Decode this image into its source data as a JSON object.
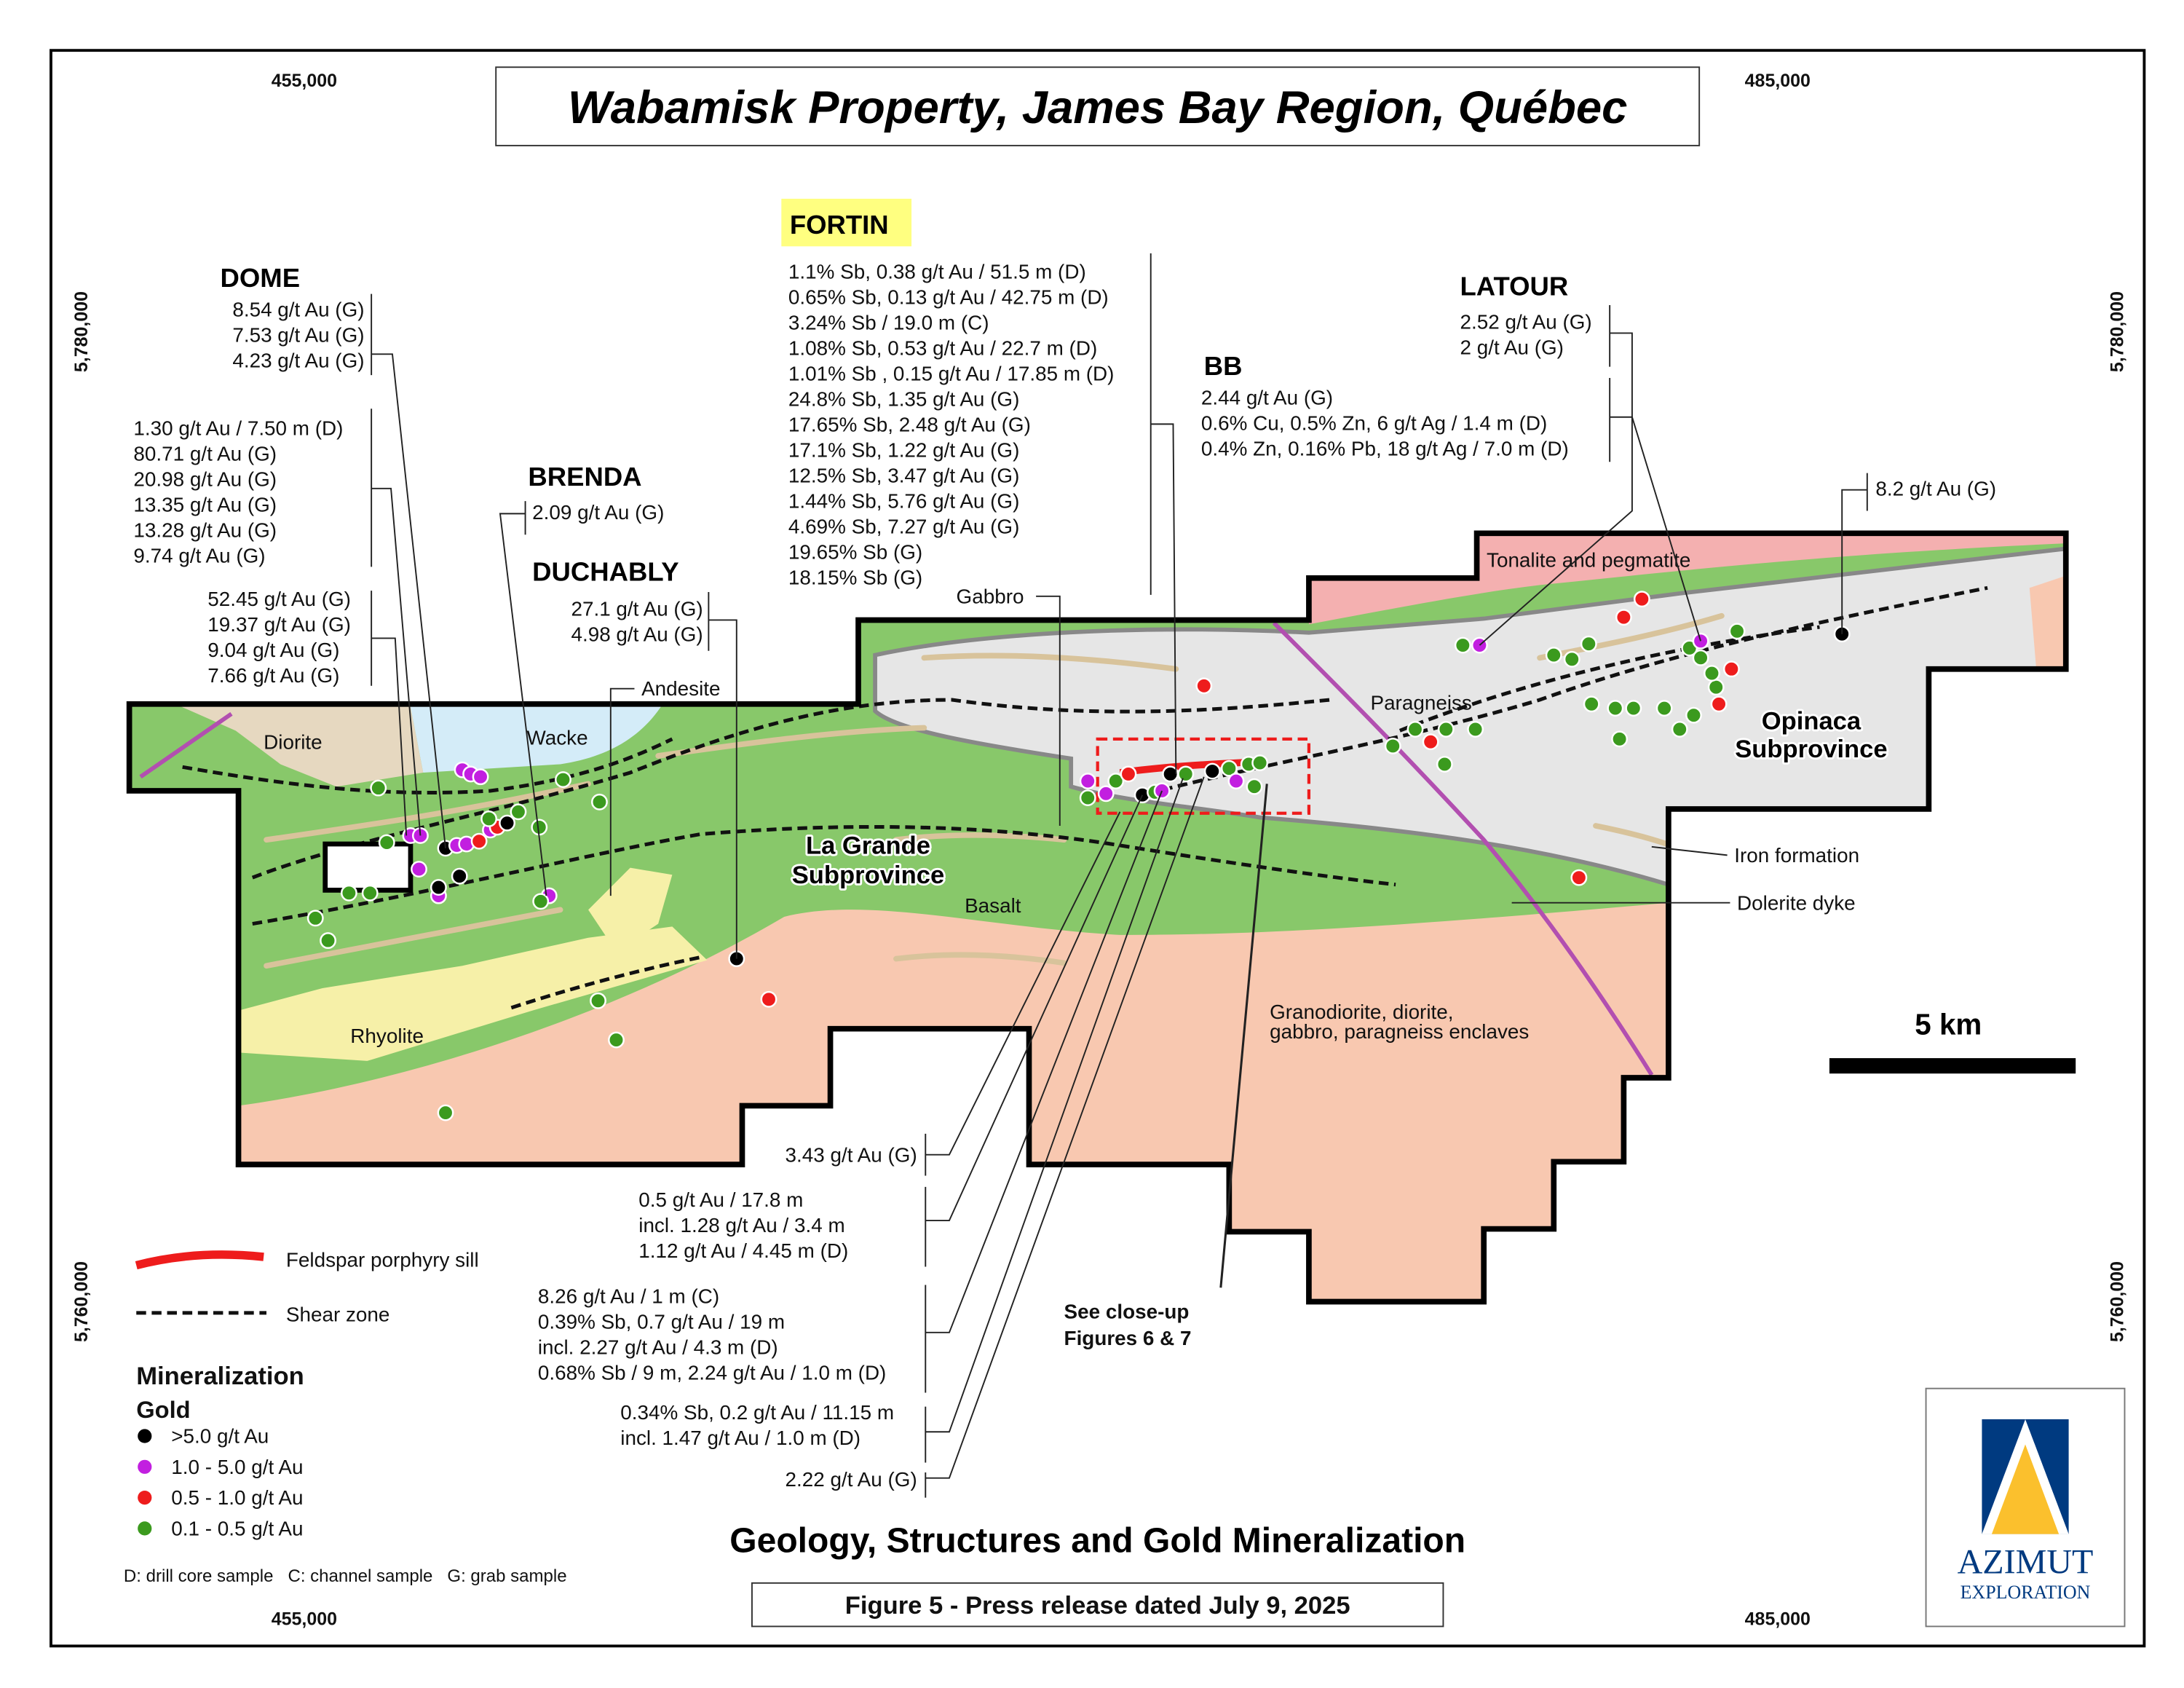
{
  "title": "Wabamisk Property, James Bay Region, Québec",
  "coords": {
    "x_left": "455,000",
    "x_right": "485,000",
    "y_top": "5,780,000",
    "y_bottom": "5,760,000"
  },
  "showings": {
    "dome": {
      "name": "DOME",
      "group1": [
        "8.54 g/t Au (G)",
        "7.53 g/t Au (G)",
        "4.23 g/t Au (G)"
      ],
      "group2": [
        "1.30 g/t Au / 7.50 m (D)",
        "80.71 g/t Au (G)",
        "20.98 g/t Au (G)",
        "13.35 g/t Au (G)",
        "13.28 g/t Au (G)",
        "9.74 g/t Au (G)"
      ],
      "group3": [
        "52.45 g/t Au (G)",
        "19.37 g/t Au (G)",
        "9.04 g/t Au (G)",
        "7.66 g/t Au (G)"
      ]
    },
    "brenda": {
      "name": "BRENDA",
      "results": [
        "2.09 g/t Au (G)"
      ]
    },
    "duchably": {
      "name": "DUCHABLY",
      "results": [
        "27.1 g/t Au (G)",
        "4.98 g/t Au (G)"
      ]
    },
    "fortin": {
      "name": "FORTIN",
      "results": [
        "1.1% Sb, 0.38 g/t Au / 51.5 m (D)",
        "0.65% Sb, 0.13 g/t Au / 42.75 m (D)",
        "3.24% Sb / 19.0 m (C)",
        "1.08% Sb, 0.53 g/t Au / 22.7 m (D)",
        "1.01% Sb , 0.15 g/t Au / 17.85 m (D)",
        "24.8% Sb, 1.35 g/t Au (G)",
        "17.65% Sb, 2.48 g/t Au (G)",
        "17.1% Sb, 1.22 g/t Au (G)",
        "12.5% Sb, 3.47 g/t Au (G)",
        "1.44% Sb, 5.76 g/t Au (G)",
        "4.69% Sb, 7.27 g/t Au (G)",
        "19.65% Sb (G)",
        "18.15% Sb (G)"
      ]
    },
    "bb": {
      "name": "BB",
      "results": [
        "2.44 g/t Au (G)",
        "0.6% Cu, 0.5% Zn, 6 g/t Ag / 1.4 m (D)",
        "0.4% Zn, 0.16% Pb, 18 g/t Ag / 7.0 m (D)"
      ]
    },
    "latour": {
      "name": "LATOUR",
      "results": [
        "2.52 g/t Au (G)",
        "2 g/t Au (G)"
      ]
    },
    "east": {
      "results": [
        "8.2 g/t Au (G)"
      ]
    },
    "south": {
      "g1": [
        "3.43 g/t Au (G)"
      ],
      "g2": [
        "0.5 g/t Au / 17.8 m",
        "incl. 1.28 g/t Au / 3.4 m",
        "1.12 g/t Au / 4.45 m (D)"
      ],
      "g3": [
        "8.26 g/t Au / 1 m (C)",
        "0.39% Sb, 0.7 g/t Au / 19 m",
        "incl. 2.27 g/t Au / 4.3 m (D)",
        "0.68% Sb / 9 m, 2.24 g/t Au / 1.0 m (D)"
      ],
      "g4": [
        "0.34% Sb, 0.2 g/t Au / 11.15 m",
        "incl. 1.47 g/t Au / 1.0 m (D)"
      ],
      "g5": [
        "2.22 g/t Au (G)"
      ]
    },
    "closeup": [
      "See close-up",
      "Figures 6 & 7"
    ]
  },
  "geology": {
    "diorite": "Diorite",
    "wacke": "Wacke",
    "andesite": "Andesite",
    "gabbro": "Gabbro",
    "paragneiss": "Paragneiss",
    "tonalite": "Tonalite and pegmatite",
    "opinaca": [
      "Opinaca",
      "Subprovince"
    ],
    "lagrande": [
      "La Grande",
      "Subprovince"
    ],
    "basalt": "Basalt",
    "iron": "Iron formation",
    "dolerite": "Dolerite dyke",
    "granodiorite": [
      "Granodiorite, diorite,",
      "gabbro, paragneiss enclaves"
    ],
    "rhyolite": "Rhyolite"
  },
  "legend": {
    "sill": "Feldspar porphyry sill",
    "shear": "Shear zone",
    "mineralization": "Mineralization",
    "gold": "Gold",
    "classes": [
      {
        "label": ">5.0 g/t Au",
        "color": "#000000"
      },
      {
        "label": "1.0 - 5.0 g/t Au",
        "color": "#c21fe0"
      },
      {
        "label": "0.5 - 1.0 g/t Au",
        "color": "#ee1c1c"
      },
      {
        "label": "0.1 - 0.5 g/t Au",
        "color": "#3b9a1e"
      }
    ],
    "sample_types": "D: drill core sample   C: channel sample   G: grab sample"
  },
  "scale": "5 km",
  "map_subtitle": "Geology, Structures and Gold Mineralization",
  "figure_caption": "Figure 5 - Press release dated July 9, 2025",
  "logo": {
    "name": "AZIMUT",
    "sub": "EXPLORATION"
  },
  "colors": {
    "basalt": "#88c86a",
    "granodiorite": "#f8c8b0",
    "paragneiss": "#e6e6e6",
    "tonalite": "#f4b0b0",
    "wacke": "#d4ecf8",
    "diorite": "#e6d8c0",
    "rhyolite": "#f6f0a8",
    "fortin_highlight": "#ffff80",
    "logo_blue": "#003a80",
    "logo_yellow": "#fbc02d"
  }
}
